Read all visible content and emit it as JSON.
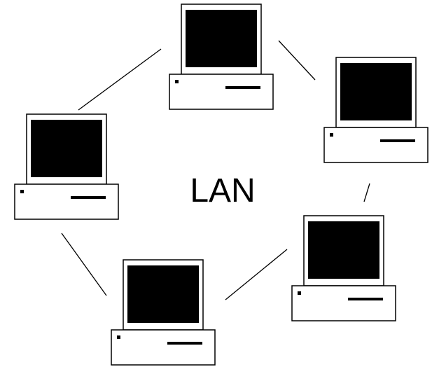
{
  "center_label": "LAN",
  "colors": {
    "background": "#ffffff",
    "screen": "#000000",
    "outline": "#000000",
    "case": "#ffffff"
  },
  "nodes": [
    {
      "name": "computer-top",
      "icon": "desktop-computer-icon"
    },
    {
      "name": "computer-right-upper",
      "icon": "desktop-computer-icon"
    },
    {
      "name": "computer-right-lower",
      "icon": "desktop-computer-icon"
    },
    {
      "name": "computer-bottom",
      "icon": "desktop-computer-icon"
    },
    {
      "name": "computer-left",
      "icon": "desktop-computer-icon"
    }
  ],
  "links": [
    {
      "from": "computer-top",
      "to": "computer-right-upper"
    },
    {
      "from": "computer-right-upper",
      "to": "computer-right-lower"
    },
    {
      "from": "computer-right-lower",
      "to": "computer-bottom"
    },
    {
      "from": "computer-bottom",
      "to": "computer-left"
    },
    {
      "from": "computer-left",
      "to": "computer-top"
    }
  ]
}
